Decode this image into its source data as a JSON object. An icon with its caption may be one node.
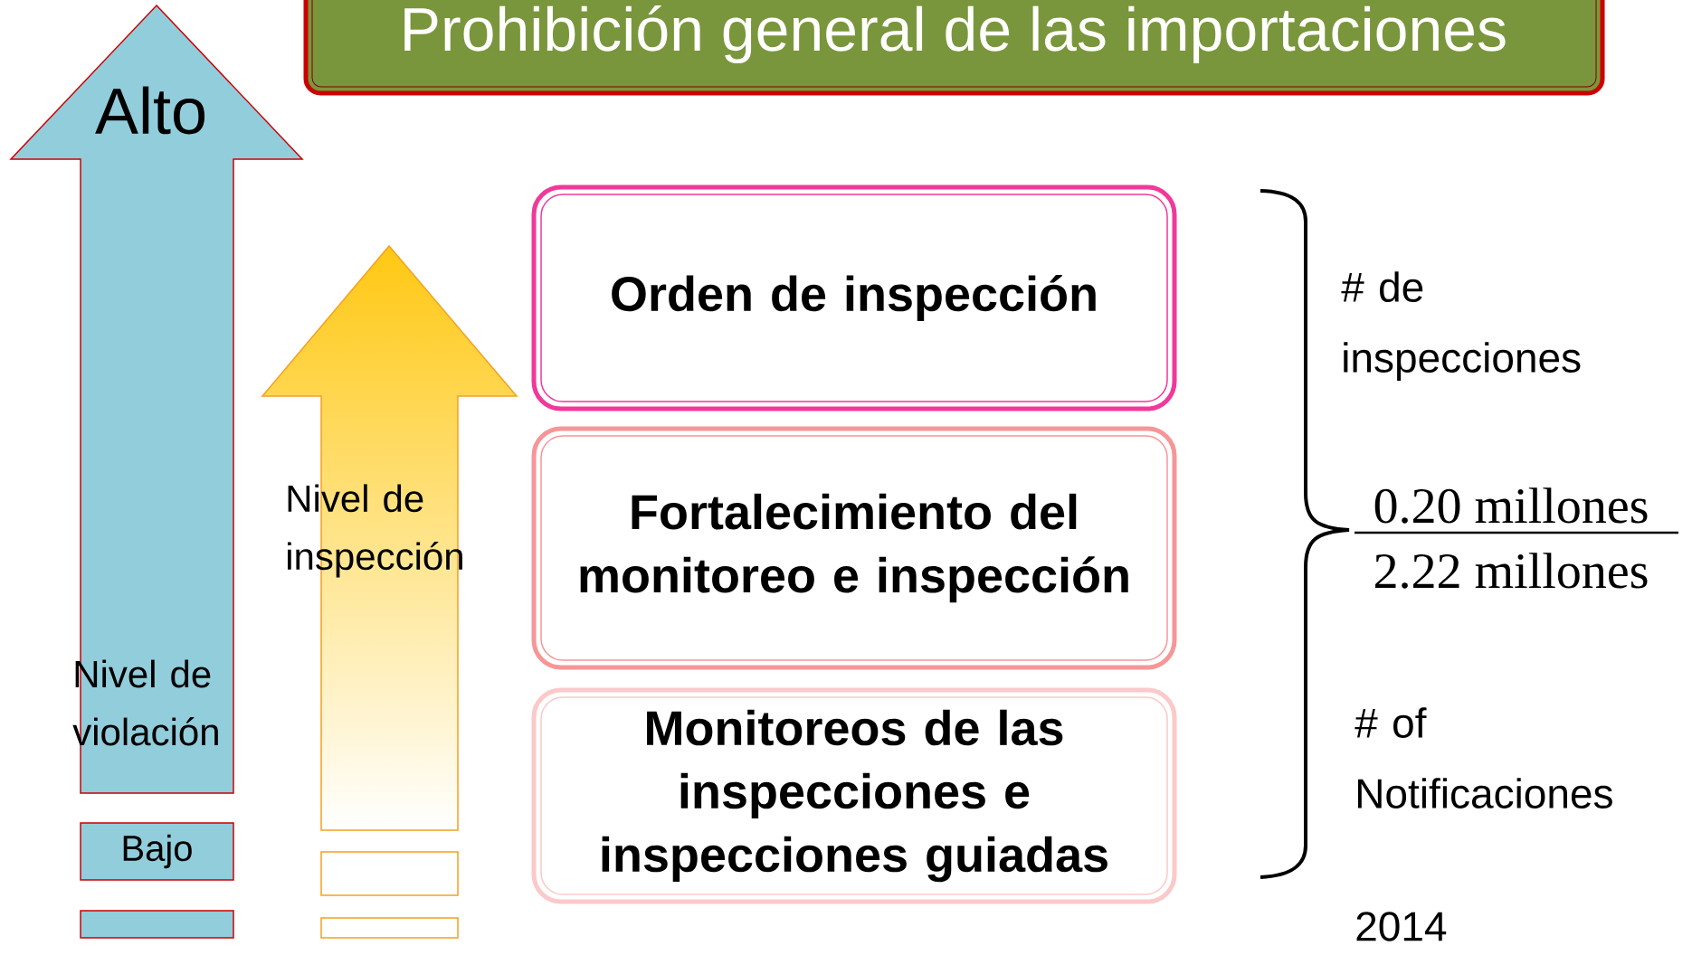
{
  "diagram": {
    "nodes": [
      {
        "text": [
          "Prohibición general de las importaciones"
        ]
      },
      {
        "text": [
          "Alto",
          "Nivel de violación"
        ]
      },
      {
        "text": [
          "Bajo"
        ]
      },
      {
        "text": [],
        "shape": "bar"
      },
      {
        "text": [
          "Nivel de inspección"
        ]
      },
      {
        "text": [],
        "shape": "bar"
      },
      {
        "text": [],
        "shape": "bar"
      },
      {
        "text": [
          "Orden de inspección"
        ]
      },
      {
        "text": [
          "Fortalecimiento del monitoreo e inspección"
        ]
      },
      {
        "text": [
          "Monitoreos de las inspecciones e inspecciones guiadas"
        ]
      }
    ],
    "labels": [
      "# de inspecciones",
      "0.20 millones",
      "2.22 millones",
      "# of Notificaciones",
      "2014"
    ]
  }
}
